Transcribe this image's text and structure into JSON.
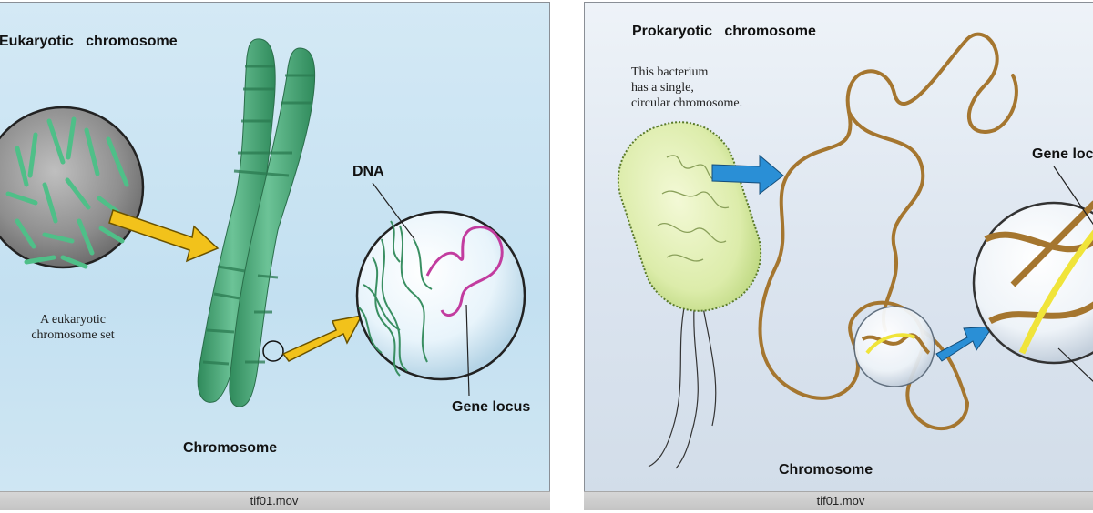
{
  "left": {
    "title": "Eukaryotic   chromosome",
    "caption_line1": "A eukaryotic",
    "caption_line2": "chromosome set",
    "label_dna": "DNA",
    "label_gene_locus": "Gene locus",
    "label_chromosome": "Chromosome",
    "footer": "tif01.mov"
  },
  "right": {
    "title": "Prokaryotic   chromosome",
    "caption_line1": "This bacterium",
    "caption_line2": "has a single,",
    "caption_line3": "circular chromosome.",
    "label_gene_locus": "Gene locu",
    "label_chromosome": "Chromosome",
    "footer": "tif01.mov"
  },
  "colors": {
    "chromosome_green": "#3f9a6c",
    "gene_magenta": "#c23c9f",
    "arrow_yellow": "#f2c21b",
    "arrow_blue": "#2a8fd6",
    "rope_brown": "#a5762f",
    "gene_yellow": "#f0e43a"
  }
}
